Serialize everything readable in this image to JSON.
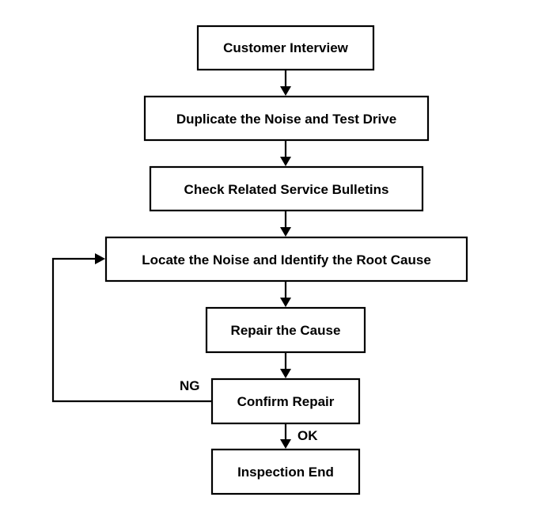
{
  "flowchart": {
    "steps": [
      {
        "id": "interview",
        "label": "Customer Interview"
      },
      {
        "id": "duplicate",
        "label": "Duplicate the Noise and Test Drive"
      },
      {
        "id": "bulletins",
        "label": "Check Related Service Bulletins"
      },
      {
        "id": "locate",
        "label": "Locate the Noise and Identify the Root Cause"
      },
      {
        "id": "repair",
        "label": "Repair the Cause"
      },
      {
        "id": "confirm",
        "label": "Confirm Repair"
      },
      {
        "id": "end",
        "label": "Inspection End"
      }
    ],
    "edge_labels": {
      "ng": "NG",
      "ok": "OK"
    }
  }
}
